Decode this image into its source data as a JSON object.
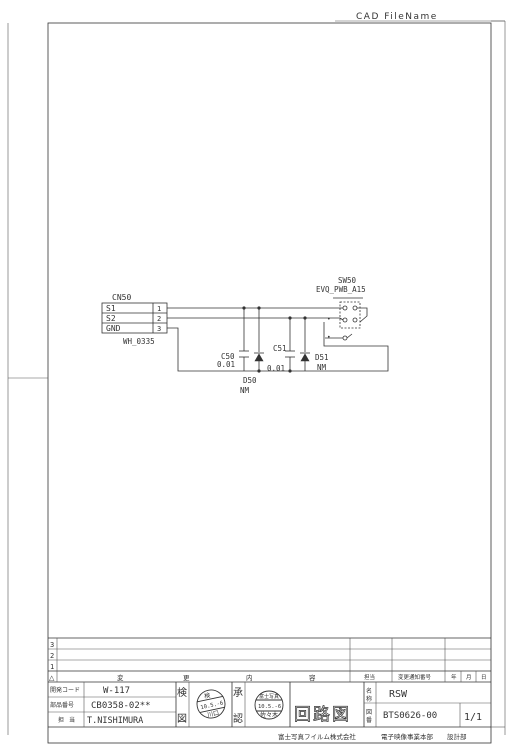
{
  "header": {
    "cad_file_name": "CAD FileName"
  },
  "schematic": {
    "connector": {
      "ref": "CN50",
      "part": "WH_0335",
      "pins": [
        {
          "label": "S1",
          "num": "1"
        },
        {
          "label": "S2",
          "num": "2"
        },
        {
          "label": "GND",
          "num": "3"
        }
      ]
    },
    "switch": {
      "ref": "SW50",
      "part": "EVQ_PWB_A15"
    },
    "capacitors": [
      {
        "ref": "C50",
        "value": "0.01"
      },
      {
        "ref": "C51",
        "value": "0.01"
      }
    ],
    "diodes": [
      {
        "ref": "D50",
        "note": "NM"
      },
      {
        "ref": "D51",
        "note": "NM"
      }
    ]
  },
  "revision_table": {
    "rows": [
      "3",
      "2",
      "1"
    ],
    "mark_symbol": "△",
    "headers": {
      "c1": "変",
      "c2": "更",
      "c3": "内",
      "c4": "容",
      "person": "担当",
      "notice": "変更通知番号",
      "year": "年",
      "month": "月",
      "day": "日"
    }
  },
  "title_block": {
    "dev_code_label": "開発コード",
    "dev_code": "W-117",
    "part_no_label": "部品番号",
    "part_no": "CB0358-02**",
    "person_label": "担当",
    "person": "T.NISHIMURA",
    "check_label_top": "検",
    "check_label_bottom": "図",
    "approve_label_top": "承",
    "approve_label_bottom": "認",
    "stamp1": {
      "top": "検",
      "date": "10.5.-6",
      "name": "川口"
    },
    "stamp2": {
      "top": "富士写真",
      "date": "10.5.-6",
      "name": "佐々木"
    },
    "drawing_type": "回路図",
    "name_label": "名称",
    "name": "RSW",
    "drawing_no_label": "図番",
    "drawing_no": "BTS0626-00",
    "sheet": "1/1",
    "company": "富士写真フイルム株式会社",
    "department": "電子映像事業本部",
    "design_dept": "設計部"
  }
}
